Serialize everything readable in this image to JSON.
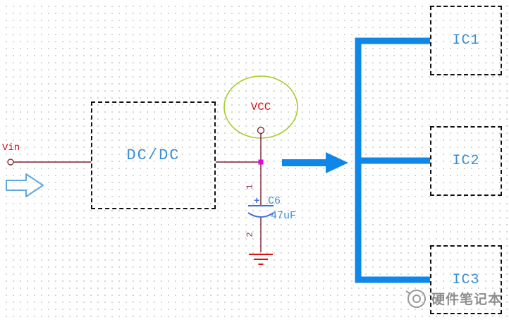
{
  "colors": {
    "wire_maroon": "#7a2233",
    "bus_blue": "#0f87e8",
    "input_arrow_blue": "#5fa8e0",
    "component_label_blue": "#3c8fd4",
    "capacitor_blue": "#3f6fd8",
    "power_red": "#dd1111",
    "junction_magenta": "#ea00ea",
    "vcc_ellipse_green": "#a6cc2a",
    "box_dash_black": "#111111",
    "watermark_gray": "#8f8f8f"
  },
  "input": {
    "net_label": "Vin"
  },
  "converter": {
    "label": "DC/DC"
  },
  "power_symbol": {
    "label": "VCC"
  },
  "capacitor": {
    "polarity": "+",
    "refdes": "C6",
    "value": "47uF",
    "pin_1": "1",
    "pin_2": "2"
  },
  "loads": [
    {
      "label": "IC1"
    },
    {
      "label": "IC2"
    },
    {
      "label": "IC3"
    }
  ],
  "watermark": {
    "text": "硬件笔记本"
  }
}
